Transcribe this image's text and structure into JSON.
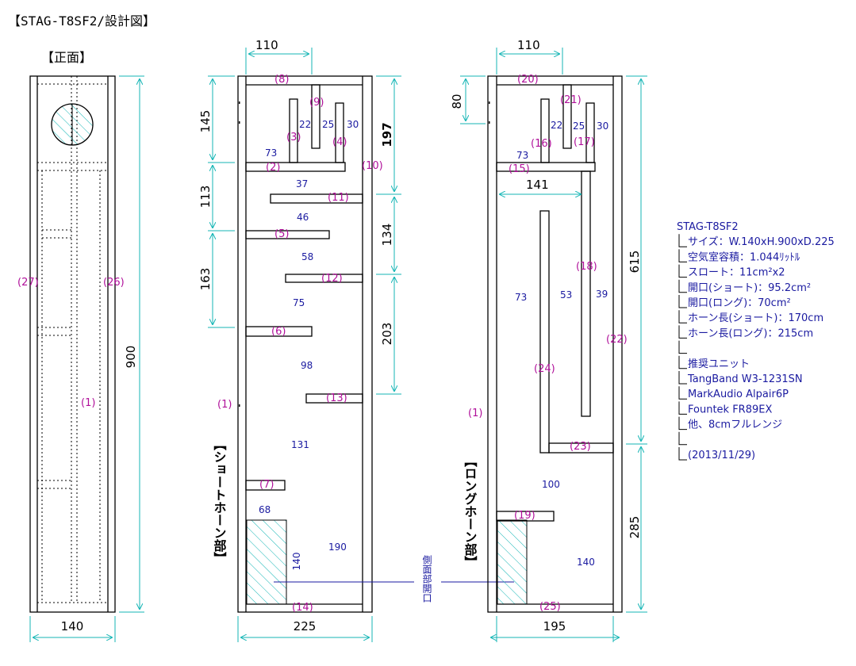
{
  "title": "【STAG-T8SF2/設計図】",
  "front_label": "【正面】",
  "short_horn_label": "【ショートホーン部】",
  "long_horn_label": "【ロングホーン部】",
  "side_opening_label": "側面部開口",
  "front": {
    "dims": {
      "width": "140",
      "height": "900"
    },
    "labels": {
      "p27": "(27)",
      "p26": "(26)",
      "p1": "(1)"
    }
  },
  "short": {
    "dims": {
      "top_width": "110",
      "bottom_width": "225",
      "l145": "145",
      "l113": "113",
      "l163": "163",
      "r197": "197",
      "r134": "134",
      "r203": "203"
    },
    "parts": {
      "p8": "(8)",
      "p9": "(9)",
      "p3": "(3)",
      "p4": "(4)",
      "p2": "(2)",
      "p10": "(10)",
      "p11": "(11)",
      "p5": "(5)",
      "p12": "(12)",
      "p6": "(6)",
      "p13": "(13)",
      "p7": "(7)",
      "p14": "(14)",
      "p1": "(1)"
    },
    "nums": {
      "n22": "22",
      "n25": "25",
      "n30": "30",
      "n73": "73",
      "n37": "37",
      "n46": "46",
      "n58": "58",
      "n75": "75",
      "n98": "98",
      "n131": "131",
      "n68": "68",
      "n140": "140",
      "n190": "190"
    }
  },
  "long": {
    "dims": {
      "top_width": "110",
      "bottom_width": "195",
      "l80": "80",
      "r615": "615",
      "r285": "285",
      "inner141": "141"
    },
    "parts": {
      "p20": "(20)",
      "p21": "(21)",
      "p16": "(16)",
      "p17": "(17)",
      "p15": "(15)",
      "p18": "(18)",
      "p22": "(22)",
      "p24": "(24)",
      "p23": "(23)",
      "p19": "(19)",
      "p25": "(25)",
      "p1": "(1)"
    },
    "nums": {
      "n22": "22",
      "n25": "25",
      "n30": "30",
      "n73": "73",
      "n53": "53",
      "n39": "39",
      "n73b": "73",
      "n100": "100",
      "n140": "140"
    }
  },
  "specs": {
    "heading": "STAG-T8SF2",
    "lines": [
      "サイズ：W.140xH.900xD.225",
      "空気室容積：1.044ﾘｯﾄﾙ",
      "スロート：11cm²x2",
      "開口(ショート)：95.2cm²",
      "開口(ロング)：70cm²",
      "ホーン長(ショート)：170cm",
      "ホーン長(ロング)：215cm",
      "",
      "推奨ユニット",
      "TangBand W3-1231SN",
      "MarkAudio Alpair6P",
      "Fountek FR89EX",
      "他、8cmフルレンジ",
      "",
      "(2013/11/29)"
    ]
  },
  "colors": {
    "dimension": "#14b5b5",
    "part_label": "#b0109a",
    "size_label": "#1a1aa0",
    "hatch": "#14b5b5"
  }
}
